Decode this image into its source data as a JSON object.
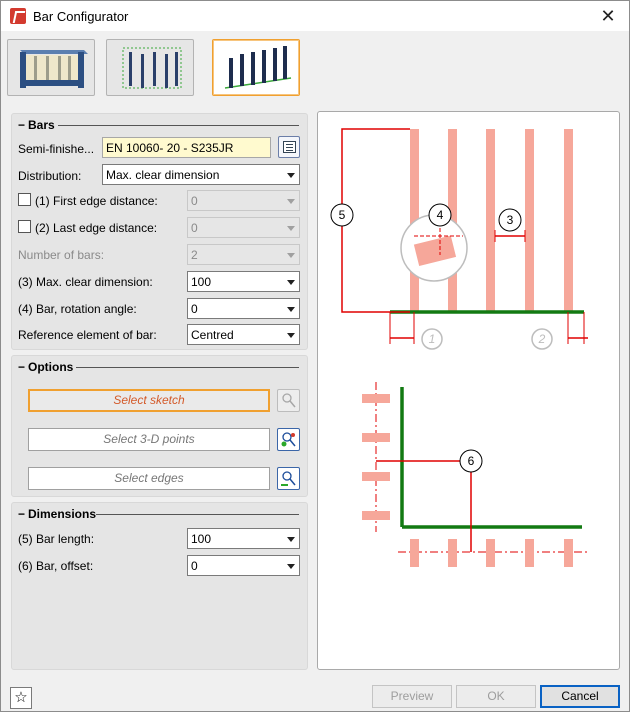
{
  "window": {
    "title": "Bar Configurator",
    "close_icon": "close-icon"
  },
  "tabs": [
    {
      "name": "frame-bars",
      "icon": "frame-bars-icon",
      "active": false
    },
    {
      "name": "bars-in-frame",
      "icon": "bars-in-frame-icon",
      "active": false
    },
    {
      "name": "bar-row",
      "icon": "bar-row-icon",
      "active": true
    }
  ],
  "bars": {
    "heading": "Bars",
    "semi_finished_label": "Semi-finishe...",
    "semi_finished_value": "EN 10060- 20 - S235JR",
    "distribution_label": "Distribution:",
    "distribution_value": "Max. clear dimension",
    "first_edge_label": "(1) First edge distance:",
    "first_edge_value": "0",
    "first_edge_checked": false,
    "last_edge_label": "(2) Last edge distance:",
    "last_edge_value": "0",
    "last_edge_checked": false,
    "number_label": "Number of bars:",
    "number_value": "2",
    "max_clear_label": "(3) Max. clear dimension:",
    "max_clear_value": "100",
    "rotation_label": "(4) Bar, rotation angle:",
    "rotation_value": "0",
    "reference_label": "Reference element of bar:",
    "reference_value": "Centred"
  },
  "options": {
    "heading": "Options",
    "select_sketch": "Select sketch",
    "select_points": "Select 3-D points",
    "select_edges": "Select edges"
  },
  "dimensions": {
    "heading": "Dimensions",
    "length_label": "(5) Bar length:",
    "length_value": "100",
    "offset_label": "(6) Bar, offset:",
    "offset_value": "0"
  },
  "preview": {
    "callouts": [
      "1",
      "2",
      "3",
      "4",
      "5",
      "6"
    ],
    "colors": {
      "bar": "#f6a79a",
      "dimension": "#e00000",
      "edge": "#127a12",
      "circle_grey": "#bdbdbd"
    }
  },
  "footer": {
    "preview_label": "Preview",
    "ok_label": "OK",
    "cancel_label": "Cancel",
    "favorite_icon": "star-icon"
  }
}
